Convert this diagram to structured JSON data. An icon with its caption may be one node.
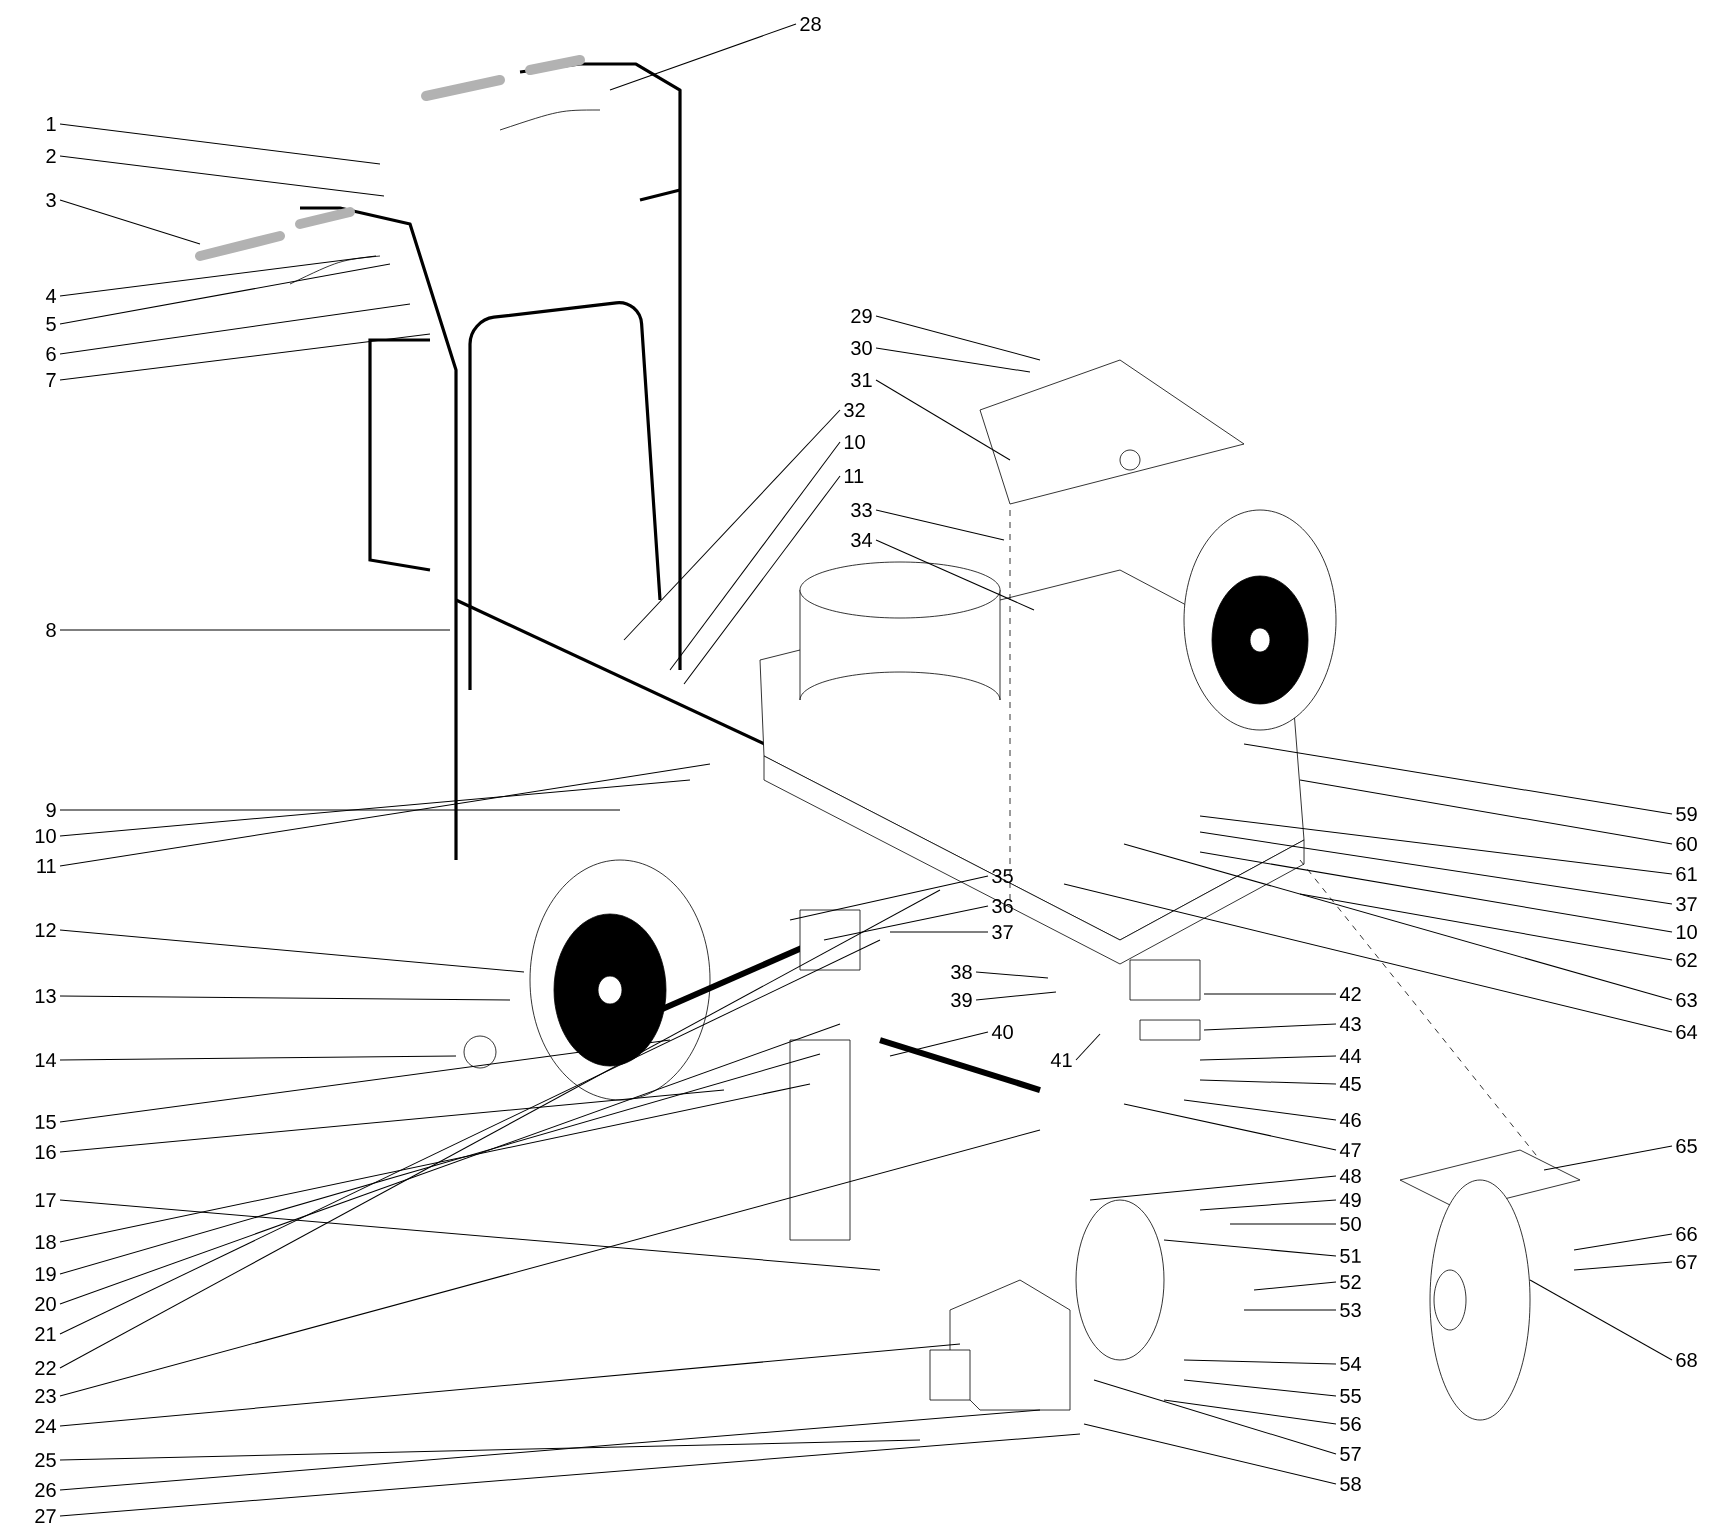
{
  "diagram": {
    "nodes": [
      {
        "text": [
          "1"
        ]
      },
      {
        "text": [
          "2"
        ]
      },
      {
        "text": [
          "3"
        ]
      },
      {
        "text": [
          "4"
        ]
      },
      {
        "text": [
          "5"
        ]
      },
      {
        "text": [
          "6"
        ]
      },
      {
        "text": [
          "7"
        ]
      },
      {
        "text": [
          "8"
        ]
      },
      {
        "text": [
          "9"
        ]
      },
      {
        "text": [
          "10"
        ]
      },
      {
        "text": [
          "11"
        ]
      },
      {
        "text": [
          "12"
        ]
      },
      {
        "text": [
          "13"
        ]
      },
      {
        "text": [
          "14"
        ]
      },
      {
        "text": [
          "15"
        ]
      },
      {
        "text": [
          "16"
        ]
      },
      {
        "text": [
          "17"
        ]
      },
      {
        "text": [
          "18"
        ]
      },
      {
        "text": [
          "19"
        ]
      },
      {
        "text": [
          "20"
        ]
      },
      {
        "text": [
          "21"
        ]
      },
      {
        "text": [
          "22"
        ]
      },
      {
        "text": [
          "23"
        ]
      },
      {
        "text": [
          "24"
        ]
      },
      {
        "text": [
          "25"
        ]
      },
      {
        "text": [
          "26"
        ]
      },
      {
        "text": [
          "27"
        ]
      },
      {
        "text": [
          "28"
        ]
      },
      {
        "text": [
          "29"
        ]
      },
      {
        "text": [
          "30"
        ]
      },
      {
        "text": [
          "31"
        ]
      },
      {
        "text": [
          "32"
        ]
      },
      {
        "text": [
          "10"
        ]
      },
      {
        "text": [
          "11"
        ]
      },
      {
        "text": [
          "33"
        ]
      },
      {
        "text": [
          "34"
        ]
      },
      {
        "text": [
          "59"
        ]
      },
      {
        "text": [
          "60"
        ]
      },
      {
        "text": [
          "61"
        ]
      },
      {
        "text": [
          "37"
        ]
      },
      {
        "text": [
          "10"
        ]
      },
      {
        "text": [
          "62"
        ]
      },
      {
        "text": [
          "63"
        ]
      },
      {
        "text": [
          "64"
        ]
      },
      {
        "text": [
          "35"
        ]
      },
      {
        "text": [
          "36"
        ]
      },
      {
        "text": [
          "37"
        ]
      },
      {
        "text": [
          "38"
        ]
      },
      {
        "text": [
          "39"
        ]
      },
      {
        "text": [
          "40"
        ]
      },
      {
        "text": [
          "41"
        ]
      },
      {
        "text": [
          "42"
        ]
      },
      {
        "text": [
          "43"
        ]
      },
      {
        "text": [
          "44"
        ]
      },
      {
        "text": [
          "45"
        ]
      },
      {
        "text": [
          "46"
        ]
      },
      {
        "text": [
          "47"
        ]
      },
      {
        "text": [
          "48"
        ]
      },
      {
        "text": [
          "49"
        ]
      },
      {
        "text": [
          "50"
        ]
      },
      {
        "text": [
          "51"
        ]
      },
      {
        "text": [
          "52"
        ]
      },
      {
        "text": [
          "53"
        ]
      },
      {
        "text": [
          "54"
        ]
      },
      {
        "text": [
          "55"
        ]
      },
      {
        "text": [
          "56"
        ]
      },
      {
        "text": [
          "57"
        ]
      },
      {
        "text": [
          "58"
        ]
      },
      {
        "text": [
          "65"
        ]
      },
      {
        "text": [
          "66"
        ]
      },
      {
        "text": [
          "67"
        ]
      },
      {
        "text": [
          "68"
        ]
      }
    ],
    "edges": [
      {
        "from": 0,
        "to": null,
        "arrow": "none"
      },
      {
        "from": 1,
        "to": null,
        "arrow": "none"
      },
      {
        "from": 2,
        "to": null,
        "arrow": "none"
      },
      {
        "from": 3,
        "to": null,
        "arrow": "none"
      },
      {
        "from": 4,
        "to": null,
        "arrow": "none"
      },
      {
        "from": 5,
        "to": null,
        "arrow": "none"
      },
      {
        "from": 6,
        "to": null,
        "arrow": "none"
      },
      {
        "from": 7,
        "to": null,
        "arrow": "none"
      },
      {
        "from": 8,
        "to": null,
        "arrow": "none"
      },
      {
        "from": 9,
        "to": null,
        "arrow": "none"
      },
      {
        "from": 10,
        "to": null,
        "arrow": "none"
      },
      {
        "from": 11,
        "to": null,
        "arrow": "none"
      },
      {
        "from": 12,
        "to": null,
        "arrow": "none"
      },
      {
        "from": 13,
        "to": null,
        "arrow": "none"
      },
      {
        "from": 14,
        "to": null,
        "arrow": "none"
      },
      {
        "from": 15,
        "to": null,
        "arrow": "none"
      },
      {
        "from": 16,
        "to": null,
        "arrow": "none"
      },
      {
        "from": 17,
        "to": null,
        "arrow": "none"
      },
      {
        "from": 18,
        "to": null,
        "arrow": "none"
      },
      {
        "from": 19,
        "to": null,
        "arrow": "none"
      },
      {
        "from": 20,
        "to": null,
        "arrow": "none"
      },
      {
        "from": 21,
        "to": null,
        "arrow": "none"
      },
      {
        "from": 22,
        "to": null,
        "arrow": "none"
      },
      {
        "from": 23,
        "to": null,
        "arrow": "none"
      },
      {
        "from": 24,
        "to": null,
        "arrow": "none"
      },
      {
        "from": 25,
        "to": null,
        "arrow": "none"
      },
      {
        "from": 26,
        "to": null,
        "arrow": "none"
      },
      {
        "from": 27,
        "to": null,
        "arrow": "none"
      },
      {
        "from": 28,
        "to": null,
        "arrow": "none"
      },
      {
        "from": 29,
        "to": null,
        "arrow": "none"
      },
      {
        "from": 30,
        "to": null,
        "arrow": "none"
      },
      {
        "from": 31,
        "to": null,
        "arrow": "none"
      },
      {
        "from": 32,
        "to": null,
        "arrow": "none"
      },
      {
        "from": 33,
        "to": null,
        "arrow": "none"
      },
      {
        "from": 34,
        "to": null,
        "arrow": "none"
      },
      {
        "from": 35,
        "to": null,
        "arrow": "none"
      },
      {
        "from": 36,
        "to": null,
        "arrow": "none"
      },
      {
        "from": 37,
        "to": null,
        "arrow": "none"
      },
      {
        "from": 38,
        "to": null,
        "arrow": "none"
      },
      {
        "from": 39,
        "to": null,
        "arrow": "none"
      },
      {
        "from": 40,
        "to": null,
        "arrow": "none"
      },
      {
        "from": 41,
        "to": null,
        "arrow": "none"
      },
      {
        "from": 42,
        "to": null,
        "arrow": "none"
      },
      {
        "from": 43,
        "to": null,
        "arrow": "none"
      },
      {
        "from": 44,
        "to": null,
        "arrow": "none"
      },
      {
        "from": 45,
        "to": null,
        "arrow": "none"
      },
      {
        "from": 46,
        "to": null,
        "arrow": "none"
      },
      {
        "from": 47,
        "to": null,
        "arrow": "none"
      },
      {
        "from": 48,
        "to": null,
        "arrow": "none"
      },
      {
        "from": 49,
        "to": null,
        "arrow": "none"
      },
      {
        "from": 50,
        "to": null,
        "arrow": "none"
      },
      {
        "from": 51,
        "to": null,
        "arrow": "none"
      },
      {
        "from": 52,
        "to": null,
        "arrow": "none"
      },
      {
        "from": 53,
        "to": null,
        "arrow": "none"
      },
      {
        "from": 54,
        "to": null,
        "arrow": "none"
      },
      {
        "from": 55,
        "to": null,
        "arrow": "none"
      },
      {
        "from": 56,
        "to": null,
        "arrow": "none"
      },
      {
        "from": 57,
        "to": null,
        "arrow": "none"
      },
      {
        "from": 58,
        "to": null,
        "arrow": "none"
      },
      {
        "from": 59,
        "to": null,
        "arrow": "none"
      },
      {
        "from": 60,
        "to": null,
        "arrow": "none"
      },
      {
        "from": 61,
        "to": null,
        "arrow": "none"
      },
      {
        "from": 62,
        "to": null,
        "arrow": "none"
      },
      {
        "from": 63,
        "to": null,
        "arrow": "none"
      },
      {
        "from": 64,
        "to": null,
        "arrow": "none"
      },
      {
        "from": 65,
        "to": null,
        "arrow": "none"
      },
      {
        "from": 66,
        "to": null,
        "arrow": "none"
      },
      {
        "from": 67,
        "to": null,
        "arrow": "none"
      },
      {
        "from": 68,
        "to": null,
        "arrow": "none"
      },
      {
        "from": 69,
        "to": null,
        "arrow": "none"
      },
      {
        "from": 70,
        "to": null,
        "arrow": "none"
      },
      {
        "from": 71,
        "to": null,
        "arrow": "none"
      }
    ]
  }
}
